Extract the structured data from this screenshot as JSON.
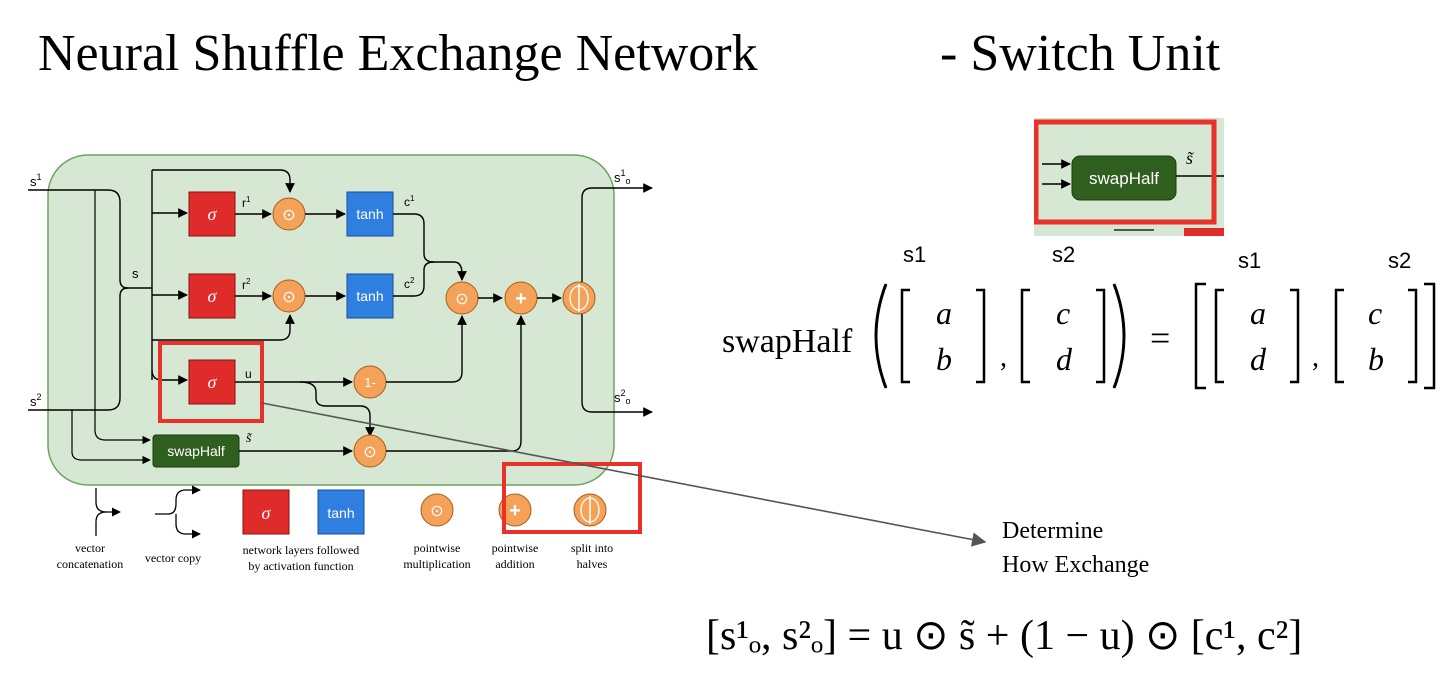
{
  "title": {
    "main": "Neural Shuffle Exchange Network",
    "sub": "- Switch Unit"
  },
  "diagram": {
    "inputs": {
      "s1": "s",
      "s1_sup": "1",
      "s2": "s",
      "s2_sup": "2"
    },
    "outputs": {
      "o1": "s",
      "o1_sup": "1",
      "o1_sub": "o",
      "o2": "s",
      "o2_sup": "2",
      "o2_sub": "o"
    },
    "s_label": "s",
    "sigma": "σ",
    "tanh": "tanh",
    "r1": "r",
    "r1_sup": "1",
    "r2": "r",
    "r2_sup": "2",
    "c1": "c",
    "c1_sup": "1",
    "c2": "c",
    "c2_sup": "2",
    "u": "u",
    "one_minus": "1-",
    "swaphalf": "swapHalf",
    "s_tilde": "s̃",
    "plus": "+",
    "odot": "⊙"
  },
  "legend": [
    {
      "label1": "vector",
      "label2": "concatenation"
    },
    {
      "label1": "vector copy",
      "label2": ""
    },
    {
      "label1": "network layers followed",
      "label2": "by activation function"
    },
    {
      "label1": "pointwise",
      "label2": "multiplication"
    },
    {
      "label1": "pointwise",
      "label2": "addition"
    },
    {
      "label1": "split into",
      "label2": "halves"
    }
  ],
  "inset": {
    "label": "swapHalf",
    "tilde": "s̃"
  },
  "equation_labels": {
    "a": "s1",
    "b": "s2",
    "c": "s1",
    "d": "s2"
  },
  "equation": {
    "fn": "swapHalf",
    "lhs1": [
      "a",
      "b"
    ],
    "lhs2": [
      "c",
      "d"
    ],
    "rhs1": [
      "a",
      "d"
    ],
    "rhs2": [
      "c",
      "b"
    ],
    "equals": "="
  },
  "annotation": {
    "line1": "Determine",
    "line2": "How Exchange"
  },
  "formula": "[s¹ₒ, s²ₒ] = u ⊙ s̃ + (1 − u) ⊙ [c¹, c²]",
  "colors": {
    "sigma": "#e02b2b",
    "tanh": "#2f7fe0",
    "circle": "#f4a259",
    "green": "#2e5f1e",
    "panel": "#d6e8d4",
    "highlight": "#e8312a"
  }
}
